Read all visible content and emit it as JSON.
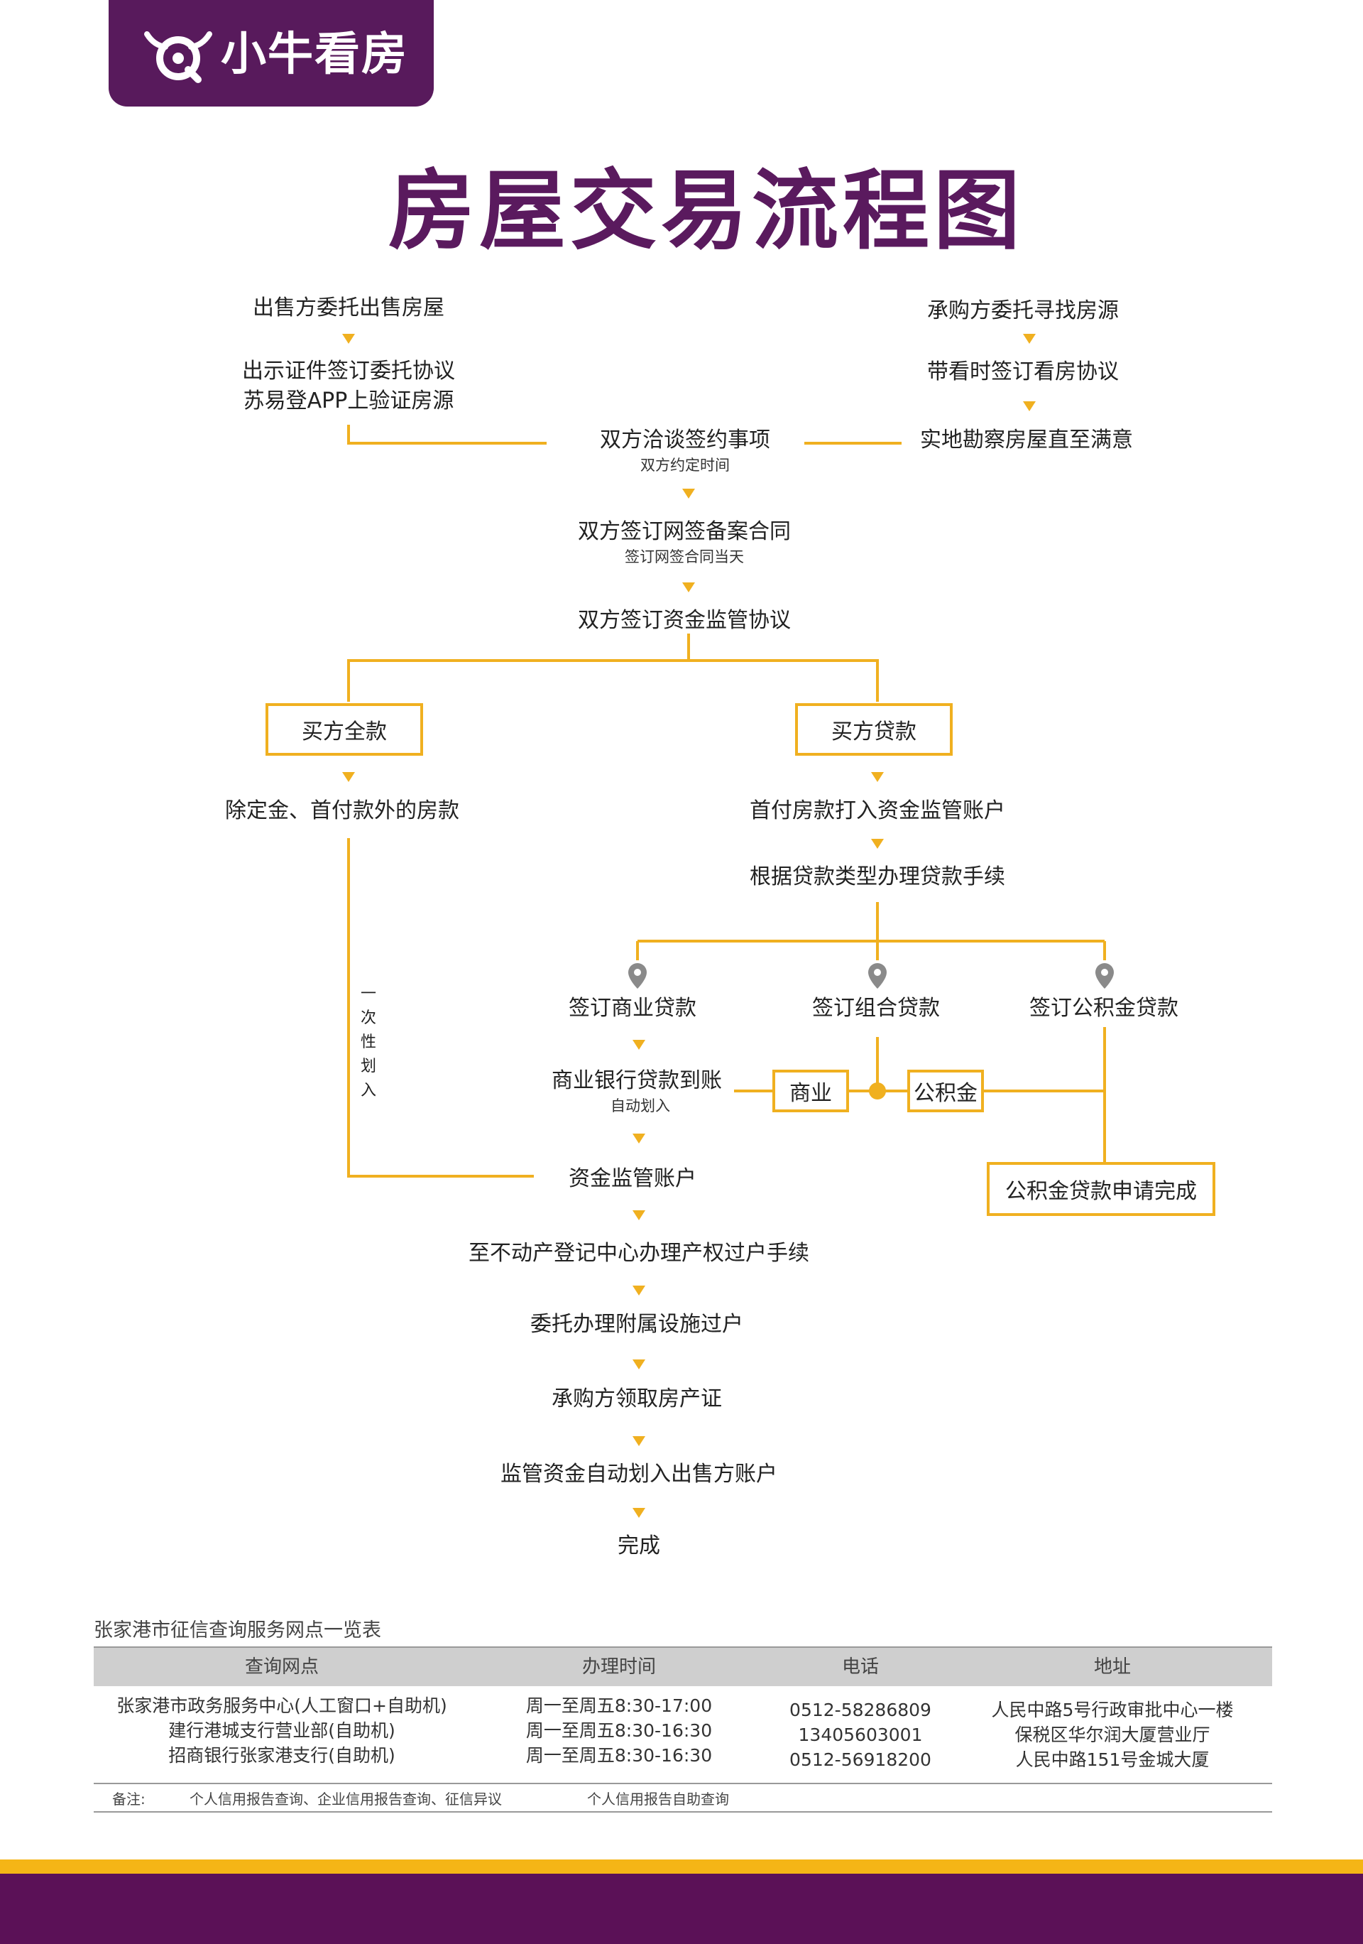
{
  "brand": {
    "name": "小牛看房"
  },
  "title": "房屋交易流程图",
  "flow": {
    "seller": {
      "step1": "出售方委托出售房屋",
      "step2a": "出示证件签订委托协议",
      "step2b": "苏易登APP上验证房源"
    },
    "buyer": {
      "step1": "承购方委托寻找房源",
      "step2": "带看时签订看房协议",
      "step3": "实地勘察房屋直至满意"
    },
    "negotiate": "双方洽谈签约事项",
    "negotiate_sub": "双方约定时间",
    "online_contract": "双方签订网签备案合同",
    "online_contract_sub": "签订网签合同当天",
    "escrow_agreement": "双方签订资金监管协议",
    "full_payment": "买方全款",
    "loan_payment": "买方贷款",
    "full_step": "除定金、首付款外的房款",
    "one_time_transfer": [
      "一",
      "次",
      "性",
      "划",
      "入"
    ],
    "down_payment": "首付房款打入资金监管账户",
    "loan_procedure": "根据贷款类型办理贷款手续",
    "commercial_loan": "签订商业贷款",
    "combo_loan": "签订组合贷款",
    "fund_loan": "签订公积金贷款",
    "bank_disburse": "商业银行贷款到账",
    "auto_transfer": "自动划入",
    "commercial": "商业",
    "fund": "公积金",
    "fund_complete": "公积金贷款申请完成",
    "escrow_account": "资金监管账户",
    "registration": "至不动产登记中心办理产权过户手续",
    "facility_transfer": "委托办理附属设施过户",
    "certificate": "承购方领取房产证",
    "release_funds": "监管资金自动划入出售方账户",
    "done": "完成"
  },
  "table": {
    "title": "张家港市征信查询服务网点一览表",
    "headers": [
      "查询网点",
      "办理时间",
      "电话",
      "地址"
    ],
    "rows": [
      {
        "site": "张家港市政务服务中心(人工窗口+自助机)",
        "hours": "周一至周五8:30-17:00",
        "phone": "0512-58286809",
        "address": "人民中路5号行政审批中心一楼"
      },
      {
        "site": "建行港城支行营业部(自助机)",
        "hours": "周一至周五8:30-16:30",
        "phone": "13405603001",
        "address": "保税区华尔润大厦营业厅"
      },
      {
        "site": "招商银行张家港支行(自助机)",
        "hours": "周一至周五8:30-16:30",
        "phone": "0512-56918200",
        "address": "人民中路151号金城大厦"
      }
    ],
    "note_label": "备注:",
    "note_1": "个人信用报告查询、企业信用报告查询、征信异议",
    "note_2": "个人信用报告自助查询"
  },
  "colors": {
    "purple": "#581a5c",
    "yellow": "#f0b020",
    "pin_gray": "#8a8a8a"
  },
  "icons": {
    "logo": "bull-house-logo-icon",
    "pin": "map-pin-icon"
  }
}
